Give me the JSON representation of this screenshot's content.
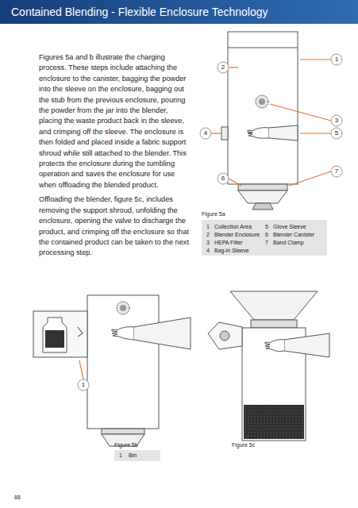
{
  "diagram": {
    "title": "Contained Blending - Flexible Enclosure Technology",
    "labels": [
      "Figures 5a and b illustrate the charging process. These steps include attaching the enclosure to the canister, bagging the powder into the sleeve on the enclosure, bagging out the stub from the previous enclosure, pouring the powder from the jar into the blender, placing the waste product back in the sleeve, and crimping off the sleeve. The enclosure is then folded and placed inside a fabric support shroud while still attached to the blender. This protects the enclosure during the tumbling operation and saves the enclosure for use when offloading the blended product.",
      "Offloading the blender, figure 5c, includes removing the support shroud, unfolding the enclosure, opening the valve to discharge the product, and crimping off the enclosure so that the contained product can be taken to the next processing step.",
      "1",
      "2",
      "3",
      "4",
      "5",
      "6",
      "7",
      "Figure 5a",
      "1",
      "Collection Area",
      "2",
      "Blender Enclosure",
      "3",
      "HEPA Filter",
      "4",
      "Bag-in Sleeve",
      "5",
      "Glove Sleeve",
      "6",
      "Blender Canister",
      "7",
      "Band Clamp",
      "1",
      "Figure 5b",
      "1",
      "Bin",
      "Figure 5c",
      "88"
    ]
  }
}
